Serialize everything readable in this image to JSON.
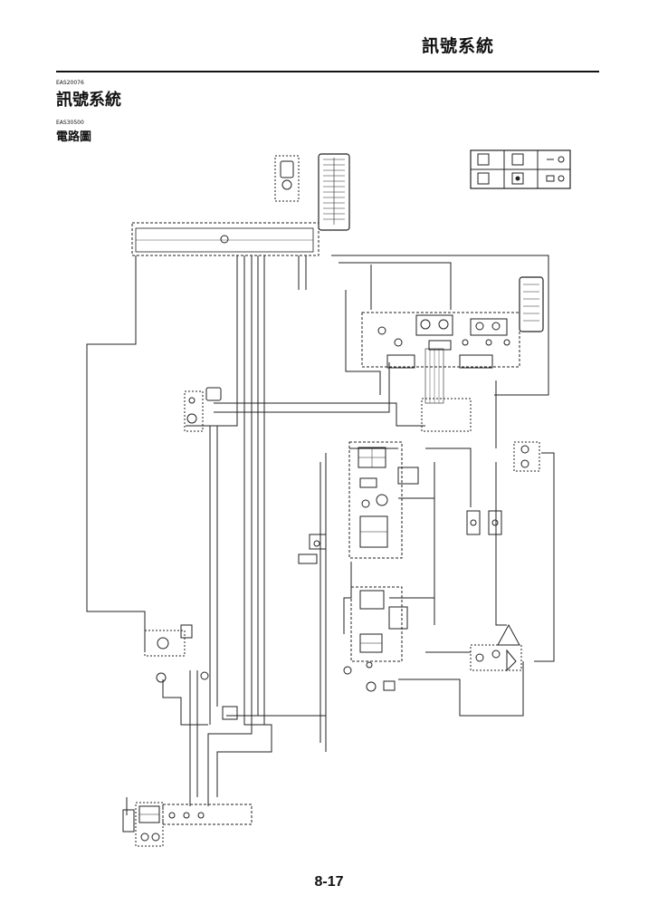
{
  "header": {
    "title": "訊號系統"
  },
  "section": {
    "code": "EAS20076",
    "title": "訊號系統"
  },
  "subsection": {
    "code": "EAS30500",
    "title": "電路圖"
  },
  "footer": {
    "page_number": "8-17"
  }
}
